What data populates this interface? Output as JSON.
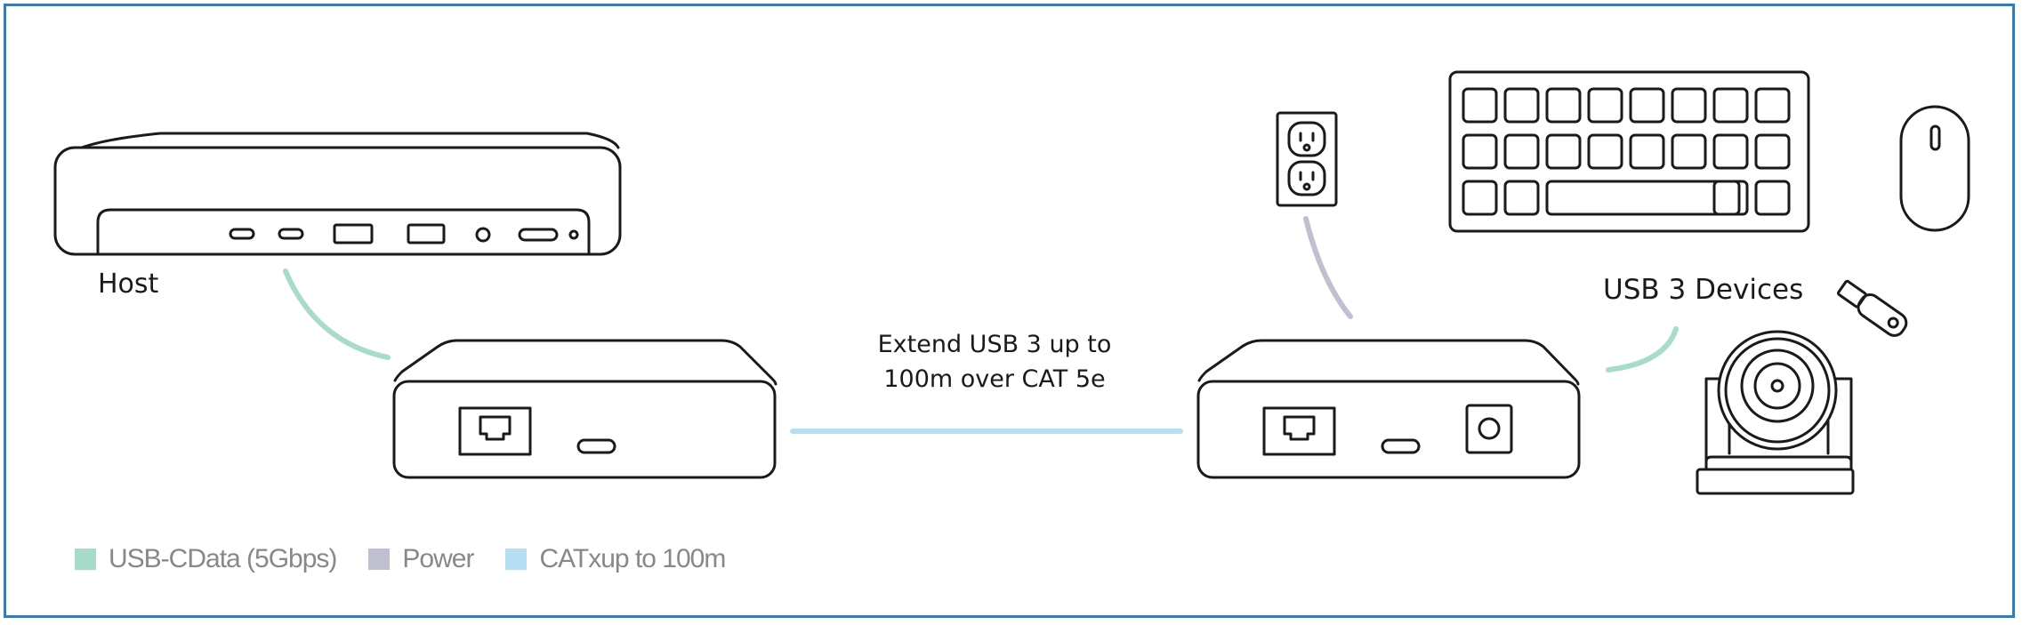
{
  "labels": {
    "host": "Host",
    "devices": "USB 3 Devices",
    "extend_line1": "Extend USB 3 up to",
    "extend_line2": "100m over CAT 5e"
  },
  "legend": [
    {
      "label": "USB-CData (5Gbps)",
      "color": "#a6dcc8"
    },
    {
      "label": "Power",
      "color": "#c0c0d0"
    },
    {
      "label": "CATxup to 100m",
      "color": "#b6def5"
    }
  ],
  "colors": {
    "frame": "#3a78b8",
    "stroke": "#1a1a1a",
    "usb_line": "#a6dcc8",
    "power_line": "#c0c0d0",
    "cat_line": "#b6def5"
  },
  "icons": [
    "host-dock-icon",
    "wall-outlet-icon",
    "keyboard-icon",
    "mouse-icon",
    "usb-stick-icon",
    "ptz-camera-icon",
    "rj45-port-icon",
    "usb-c-port-icon",
    "dc-power-port-icon"
  ]
}
